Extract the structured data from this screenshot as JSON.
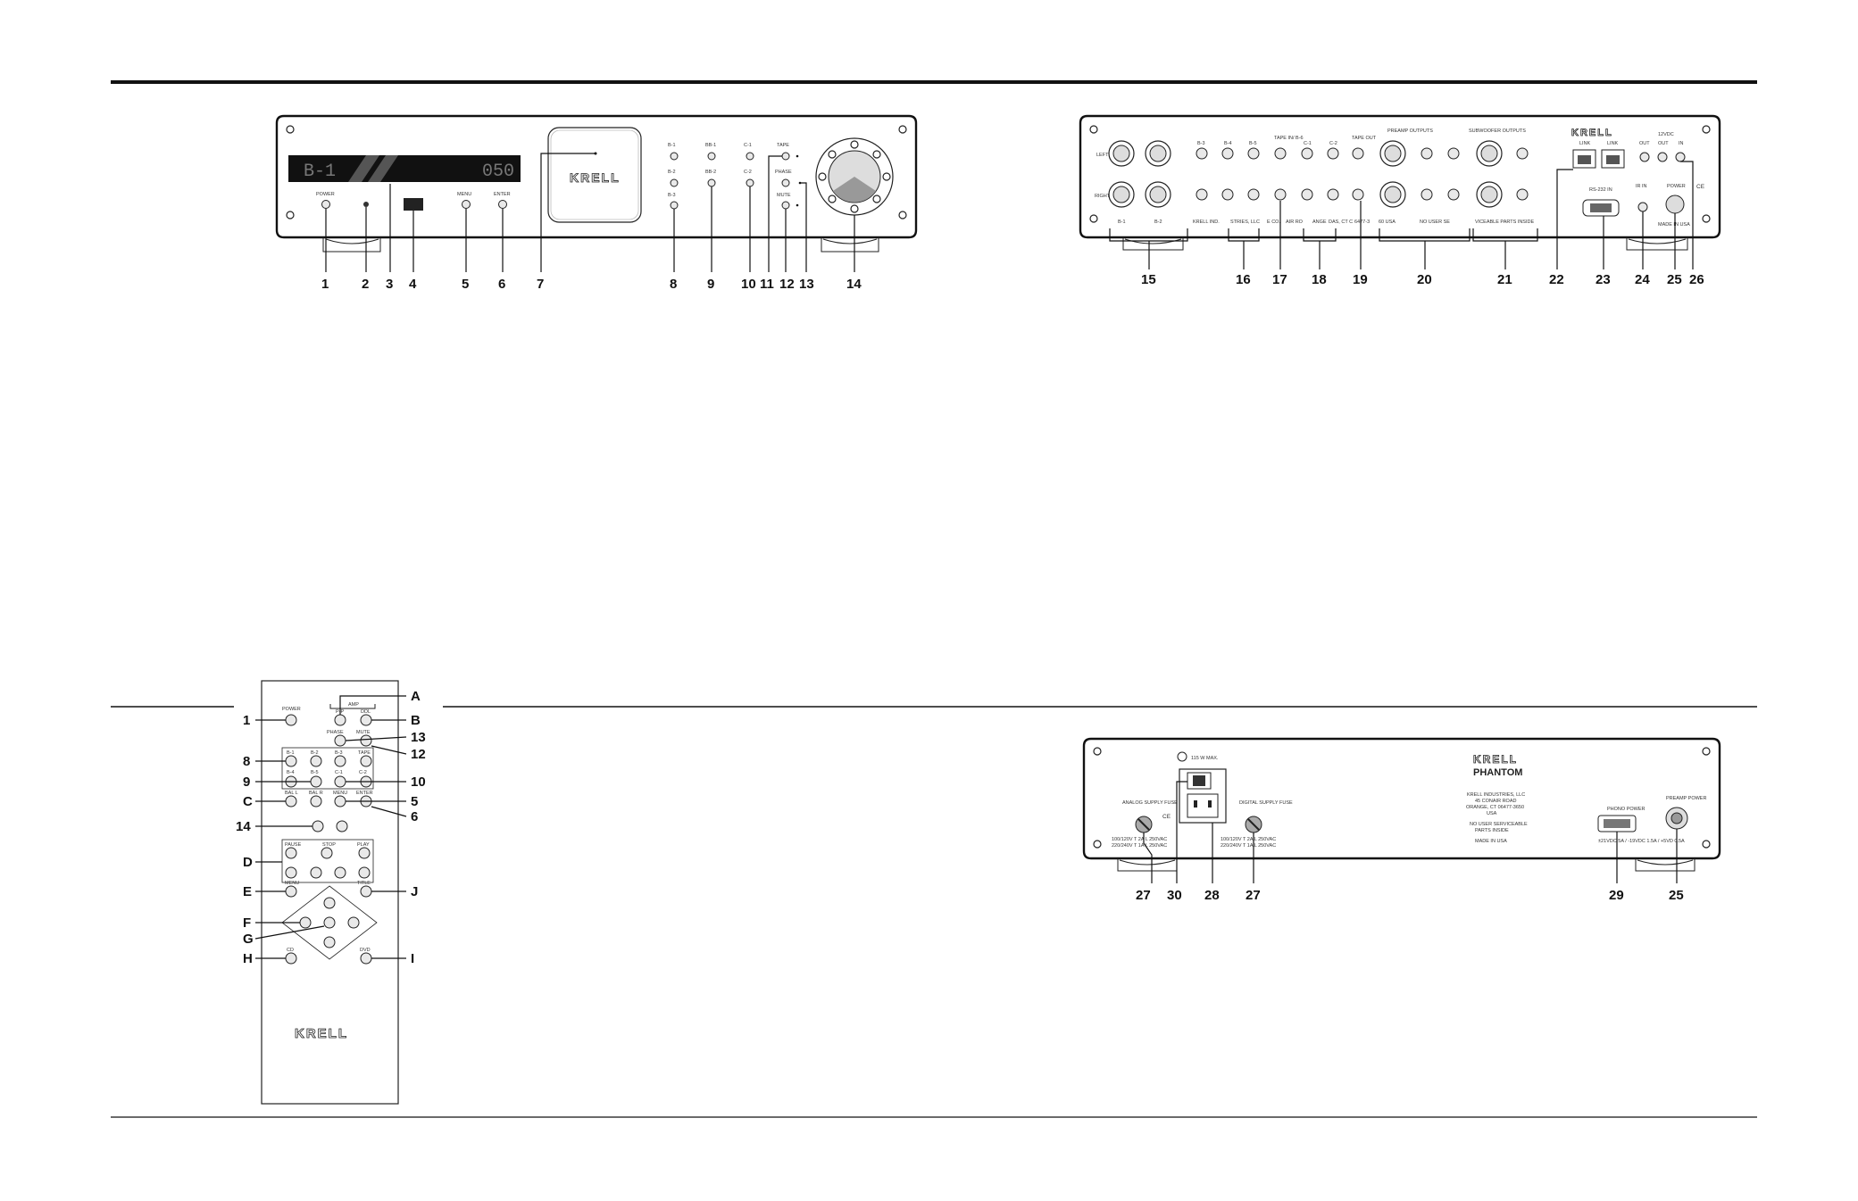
{
  "front_panel": {
    "display_left": "B-1",
    "display_right": "050",
    "button_labels": {
      "power": "POWER",
      "menu": "MENU",
      "enter": "ENTER",
      "b1": "B-1",
      "b2": "B-2",
      "b3": "B-3",
      "bb1": "BB-1",
      "bb2": "BB-2",
      "c1": "C-1",
      "c2": "C-2",
      "tape": "TAPE",
      "phase": "PHASE",
      "mute": "MUTE"
    },
    "logo": "KRELL",
    "callouts": [
      "1",
      "2",
      "3",
      "4",
      "5",
      "6",
      "7",
      "8",
      "9",
      "10",
      "11",
      "12",
      "13",
      "14"
    ]
  },
  "rear_panel": {
    "labels": {
      "left": "LEFT",
      "right": "RIGHT",
      "b1": "B-1",
      "b2": "B-2",
      "b3": "B-3",
      "b4": "B-4",
      "b5": "B-5",
      "tape_in_bal": "TAPE IN/ B-6",
      "c1": "C-1",
      "c2": "C-2",
      "tape_out": "TAPE OUT",
      "preamp_outputs": "PREAMP OUTPUTS",
      "subwoofer_outputs": "SUBWOOFER OUTPUTS",
      "link1": "LINK",
      "link2": "LINK",
      "rs232": "RS-232 IN",
      "v12": "12VDC",
      "out1": "OUT",
      "out2": "OUT",
      "in": "IN",
      "ir": "IR IN",
      "power": "POWER",
      "made": "MADE IN USA",
      "strip": [
        "KRELL IND.",
        "STRIES, LLC",
        "E CO.",
        "AIR RO",
        "ANGE",
        "DAS, CT C",
        "6477-3",
        "60 USA",
        "NO USER SE",
        "VICEABLE PARTS INSIDE"
      ]
    },
    "logo": "KRELL",
    "callouts": [
      "15",
      "16",
      "17",
      "18",
      "19",
      "20",
      "21",
      "22",
      "23",
      "24",
      "25",
      "26"
    ]
  },
  "remote": {
    "labels": {
      "power": "POWER",
      "amp": "AMP",
      "amp_p": "P-P",
      "amp_d": "DDL",
      "phase": "PHASE",
      "mute": "MUTE",
      "r1": [
        "B-1",
        "B-2",
        "B-3",
        "TAPE"
      ],
      "r2": [
        "B-4",
        "B-5",
        "C-1",
        "C-2"
      ],
      "r3": [
        "BAL L",
        "BAL R",
        "MENU",
        "ENTER"
      ],
      "pause": "PAUSE",
      "stop": "STOP",
      "play": "PLAY",
      "menu": "MENU",
      "title": "TITLE",
      "cd": "CD",
      "dvd": "DVD"
    },
    "logo": "KRELL",
    "callouts_left": [
      "1",
      "8",
      "9",
      "C",
      "14",
      "D",
      "E",
      "F",
      "G",
      "H"
    ],
    "callouts_right": [
      "A",
      "B",
      "13",
      "12",
      "10",
      "5",
      "6",
      "J",
      "I"
    ]
  },
  "psu_panel": {
    "brand": "KRELL",
    "model": "PHANTOM",
    "max": "115 W MAX.",
    "analog_fuse": "ANALOG SUPPLY FUSE",
    "digital_fuse": "DIGITAL SUPPLY FUSE",
    "fuse_spec_a": "100/120V T 2A L 250VAC",
    "fuse_spec_b": "220/240V T 1A L 250VAC",
    "address": [
      "KRELL INDUSTRIES, LLC",
      "45 CONAIR ROAD",
      "ORANGE, CT 06477-3650",
      "USA",
      "",
      "NO USER SERVICEABLE",
      "PARTS INSIDE",
      "",
      "MADE IN USA"
    ],
    "phono_power": "PHONO POWER",
    "preamp_power": "PREAMP POWER",
    "phono_spec": "±21VDC 5A / -19VDC 1.5A / +5VD 0.5A",
    "callouts": [
      "27",
      "30",
      "28",
      "27",
      "29",
      "25"
    ]
  }
}
